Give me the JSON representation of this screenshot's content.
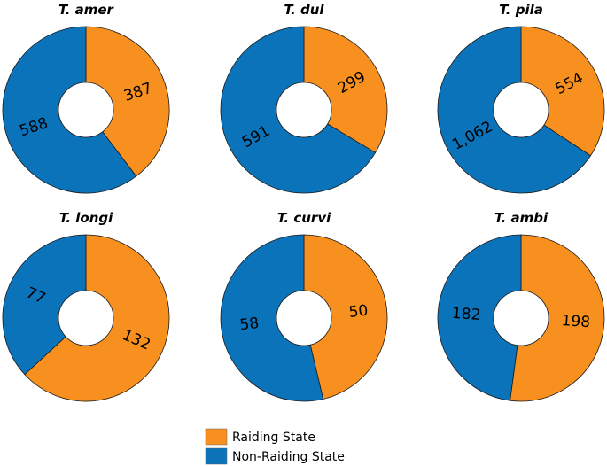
{
  "chart_data": {
    "type": "pie",
    "colors": {
      "raiding": "#F7901E",
      "non_raiding": "#0A73BA"
    },
    "legend": {
      "placement": "bottom-center",
      "entries": [
        {
          "label": "Raiding State",
          "color": "#F7901E"
        },
        {
          "label": "Non-Raiding State",
          "color": "#0A73BA"
        }
      ]
    },
    "charts": [
      {
        "title": "T. amer",
        "raiding": 387,
        "non_raiding": 588,
        "raiding_label": "387",
        "non_raiding_label": "588"
      },
      {
        "title": "T. dul",
        "raiding": 299,
        "non_raiding": 591,
        "raiding_label": "299",
        "non_raiding_label": "591"
      },
      {
        "title": "T. pila",
        "raiding": 554,
        "non_raiding": 1062,
        "raiding_label": "554",
        "non_raiding_label": "1,062"
      },
      {
        "title": "T. longi",
        "raiding": 132,
        "non_raiding": 77,
        "raiding_label": "132",
        "non_raiding_label": "77"
      },
      {
        "title": "T. curvi",
        "raiding": 50,
        "non_raiding": 58,
        "raiding_label": "50",
        "non_raiding_label": "58"
      },
      {
        "title": "T. ambi",
        "raiding": 198,
        "non_raiding": 182,
        "raiding_label": "198",
        "non_raiding_label": "182"
      }
    ]
  }
}
